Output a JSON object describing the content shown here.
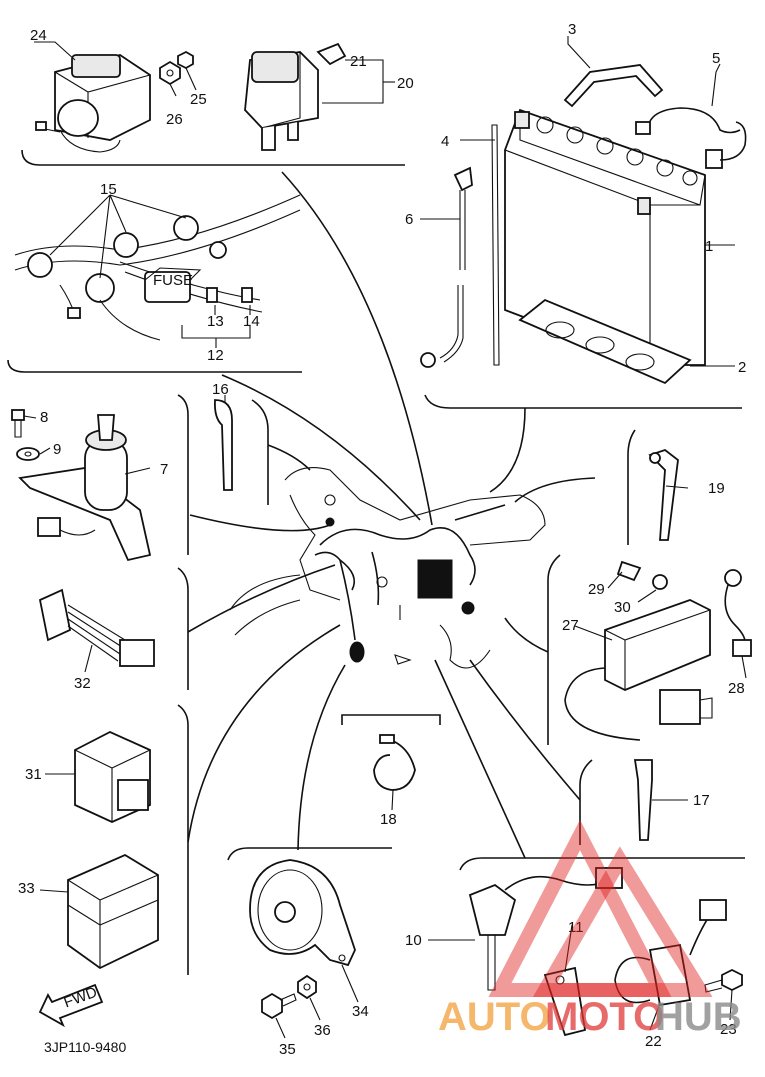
{
  "diagram": {
    "code": "3JP110-9480",
    "fwd_label": "FWD",
    "fuse_label": "FUSE",
    "callouts": [
      "1",
      "2",
      "3",
      "4",
      "5",
      "6",
      "7",
      "8",
      "9",
      "10",
      "11",
      "12",
      "13",
      "14",
      "15",
      "16",
      "17",
      "18",
      "19",
      "20",
      "21",
      "22",
      "23",
      "24",
      "25",
      "26",
      "27",
      "28",
      "29",
      "30",
      "31",
      "32",
      "33",
      "34",
      "35",
      "36"
    ]
  },
  "watermark": {
    "text_part1": "AUTO",
    "text_part2": "MOTO",
    "text_part3": "HUB",
    "color_part1": "#f2a03a",
    "color_part2": "#e03a3a",
    "color_part3": "#8a8a8a"
  }
}
